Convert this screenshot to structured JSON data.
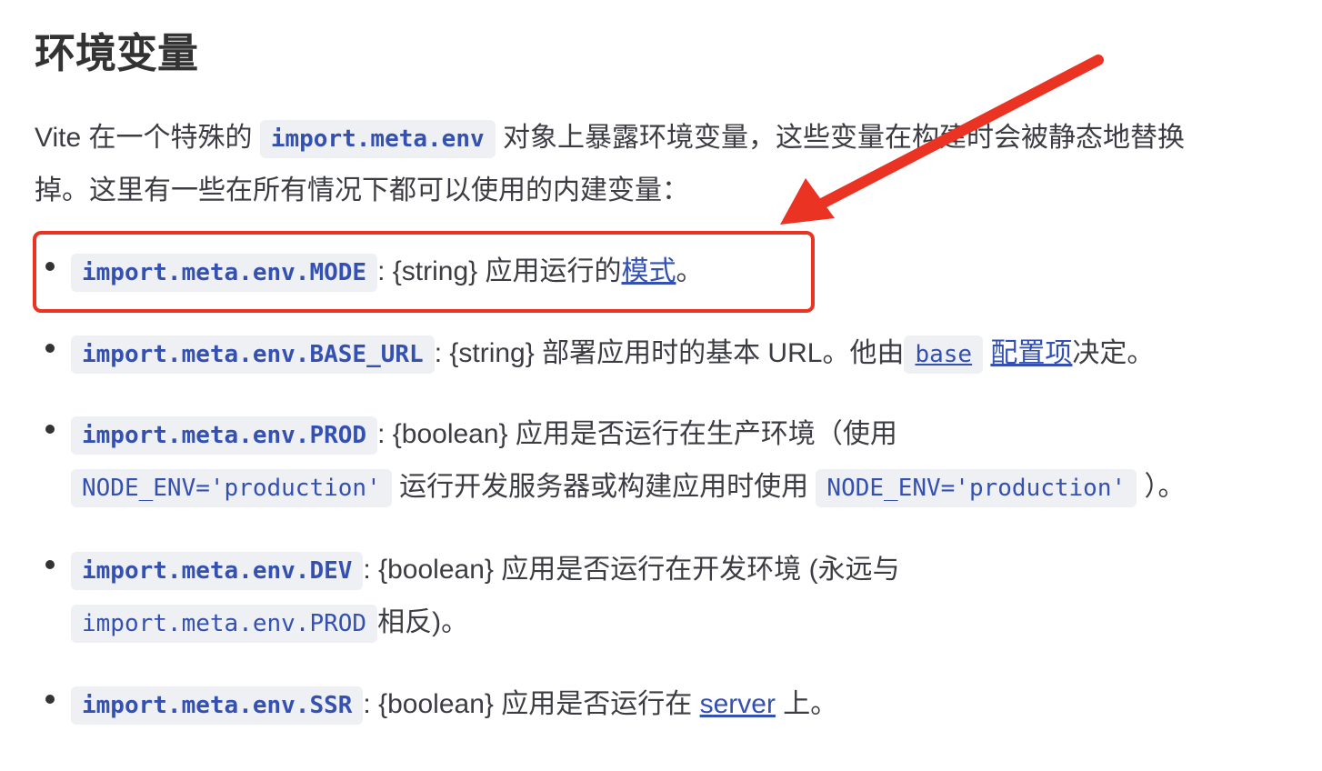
{
  "title": "环境变量",
  "intro": {
    "pre": "Vite 在一个特殊的",
    "code": "import.meta.env",
    "post1": "对象上暴露环境变量，这些变量在构建时会被静态地替换",
    "line2": "掉。这里有一些在所有情况下都可以使用的内建变量："
  },
  "items": [
    {
      "code": "import.meta.env.MODE",
      "text": ": {string} 应用运行的",
      "link": "模式",
      "tail": "。"
    },
    {
      "code": "import.meta.env.BASE_URL",
      "text": ": {string} 部署应用时的基本 URL。他由",
      "link_code": "base",
      "link": "配置项",
      "tail": "决定。"
    },
    {
      "code": "import.meta.env.PROD",
      "text": ": {boolean} 应用是否运行在生产环境（使用",
      "code2": "NODE_ENV='production'",
      "text2": "运行开发服务器或构建应用时使用",
      "code3": "NODE_ENV='production'",
      "tail": "）。"
    },
    {
      "code": "import.meta.env.DEV",
      "text": ": {boolean} 应用是否运行在开发环境 (永远与",
      "code2": "import.meta.env.PROD",
      "tail": "相反)。"
    },
    {
      "code": "import.meta.env.SSR",
      "text": ": {boolean} 应用是否运行在",
      "link": "server",
      "tail": "上。"
    }
  ],
  "annotation": {
    "color": "#ea3323"
  }
}
